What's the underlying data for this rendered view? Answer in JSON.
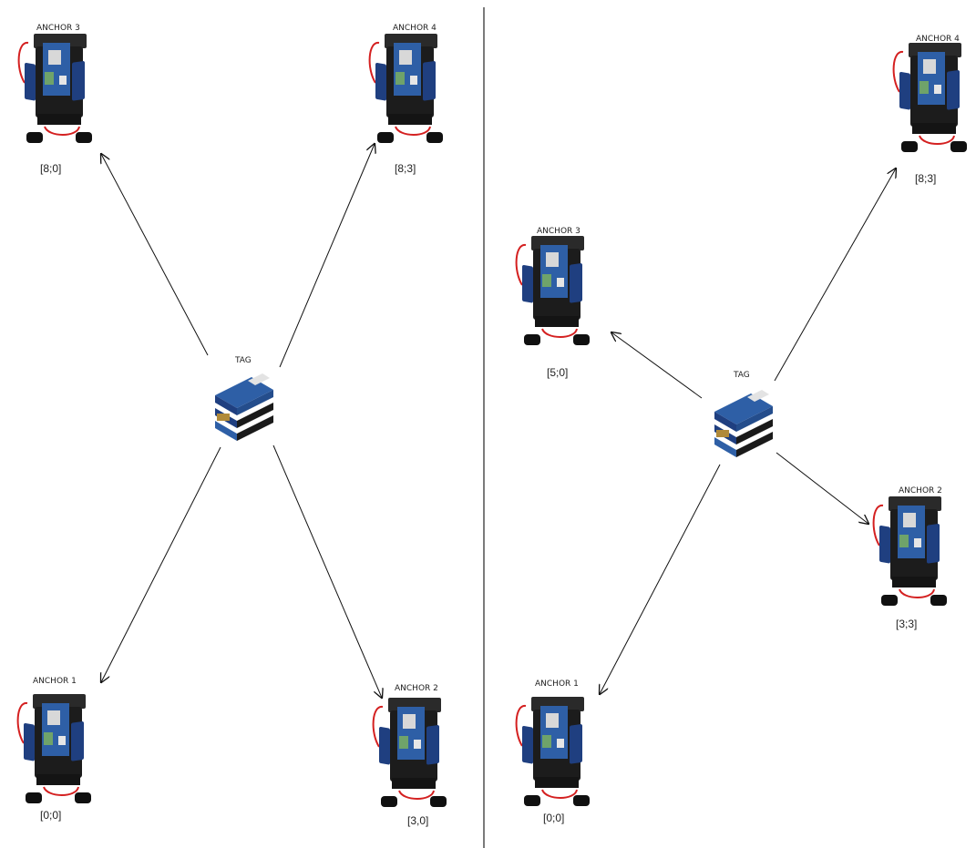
{
  "left_scene": {
    "tag": {
      "label": "TAG"
    },
    "anchors": [
      {
        "id": "anchor-1",
        "label": "ANCHOR 1",
        "coord": "[0;0]"
      },
      {
        "id": "anchor-2",
        "label": "ANCHOR 2",
        "coord": "[3,0]"
      },
      {
        "id": "anchor-3",
        "label": "ANCHOR 3",
        "coord": "[8;0]"
      },
      {
        "id": "anchor-4",
        "label": "ANCHOR 4",
        "coord": "[8;3]"
      }
    ]
  },
  "right_scene": {
    "tag": {
      "label": "TAG"
    },
    "anchors": [
      {
        "id": "anchor-1",
        "label": "ANCHOR 1",
        "coord": "[0;0]"
      },
      {
        "id": "anchor-2",
        "label": "ANCHOR 2",
        "coord": "[3;3]"
      },
      {
        "id": "anchor-3",
        "label": "ANCHOR 3",
        "coord": "[5;0]"
      },
      {
        "id": "anchor-4",
        "label": "ANCHOR 4",
        "coord": "[8;3]"
      }
    ]
  },
  "colors": {
    "device_body": "#1c1c1c",
    "board_blue": "#2e5fa6",
    "board_green": "#6fa36a",
    "wire_red": "#d42020",
    "line": "#111111"
  }
}
